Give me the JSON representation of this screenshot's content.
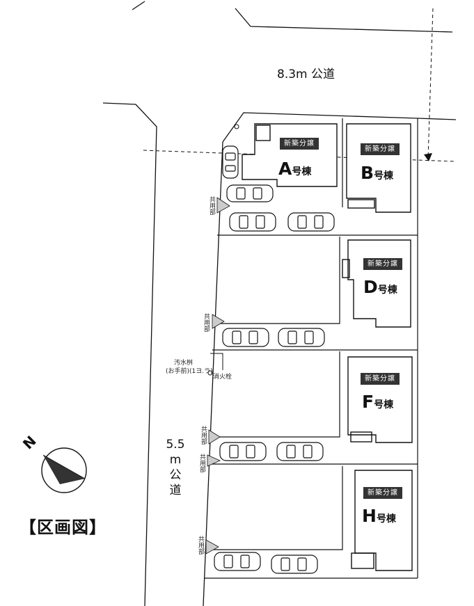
{
  "roads": {
    "north": "8.3m 公道",
    "west_lines": [
      "5.5",
      "m",
      "公",
      "道"
    ]
  },
  "title": "【区画図】",
  "compass": {
    "north_letter": "N"
  },
  "buildings": [
    {
      "id": "A",
      "suffix": "号棟",
      "tag": "新築分譲"
    },
    {
      "id": "B",
      "suffix": "号棟",
      "tag": "新築分譲"
    },
    {
      "id": "D",
      "suffix": "号棟",
      "tag": "新築分譲"
    },
    {
      "id": "F",
      "suffix": "号棟",
      "tag": "新築分譲"
    },
    {
      "id": "H",
      "suffix": "号棟",
      "tag": "新築分譲"
    }
  ],
  "notes": {
    "sewer": "汚水桝",
    "pump": "消火栓",
    "fire": "(お手前)(1ヨ.ラ)"
  },
  "markers": {
    "entrance": "共用部"
  }
}
